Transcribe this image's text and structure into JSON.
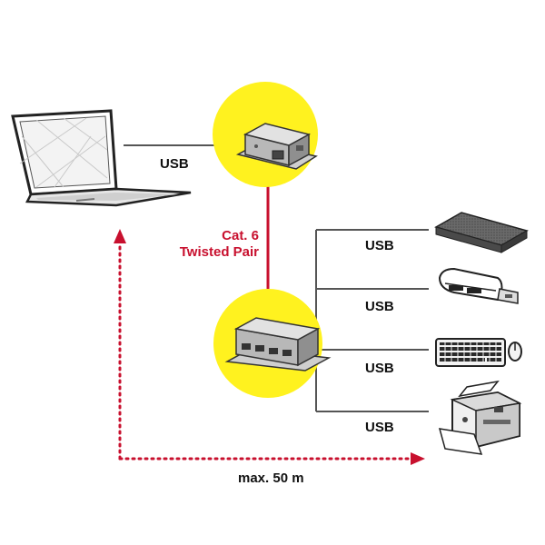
{
  "colors": {
    "accent_red": "#c8102e",
    "highlight_yellow": "#fff21f",
    "line_gray": "#555555",
    "text_dark": "#111111"
  },
  "labels": {
    "laptop_link": "USB",
    "cable_line1": "Cat. 6",
    "cable_line2": "Twisted Pair",
    "distance": "max. 50 m",
    "port_1": "USB",
    "port_2": "USB",
    "port_3": "USB",
    "port_4": "USB"
  },
  "icons": {
    "computer": "laptop-icon",
    "transmitter": "usb-extender-transmitter-icon",
    "receiver": "usb-hub-receiver-icon",
    "device_1": "external-hard-drive-icon",
    "device_2": "usb-card-reader-icon",
    "device_3": "keyboard-mouse-icon",
    "device_4": "printer-icon"
  }
}
